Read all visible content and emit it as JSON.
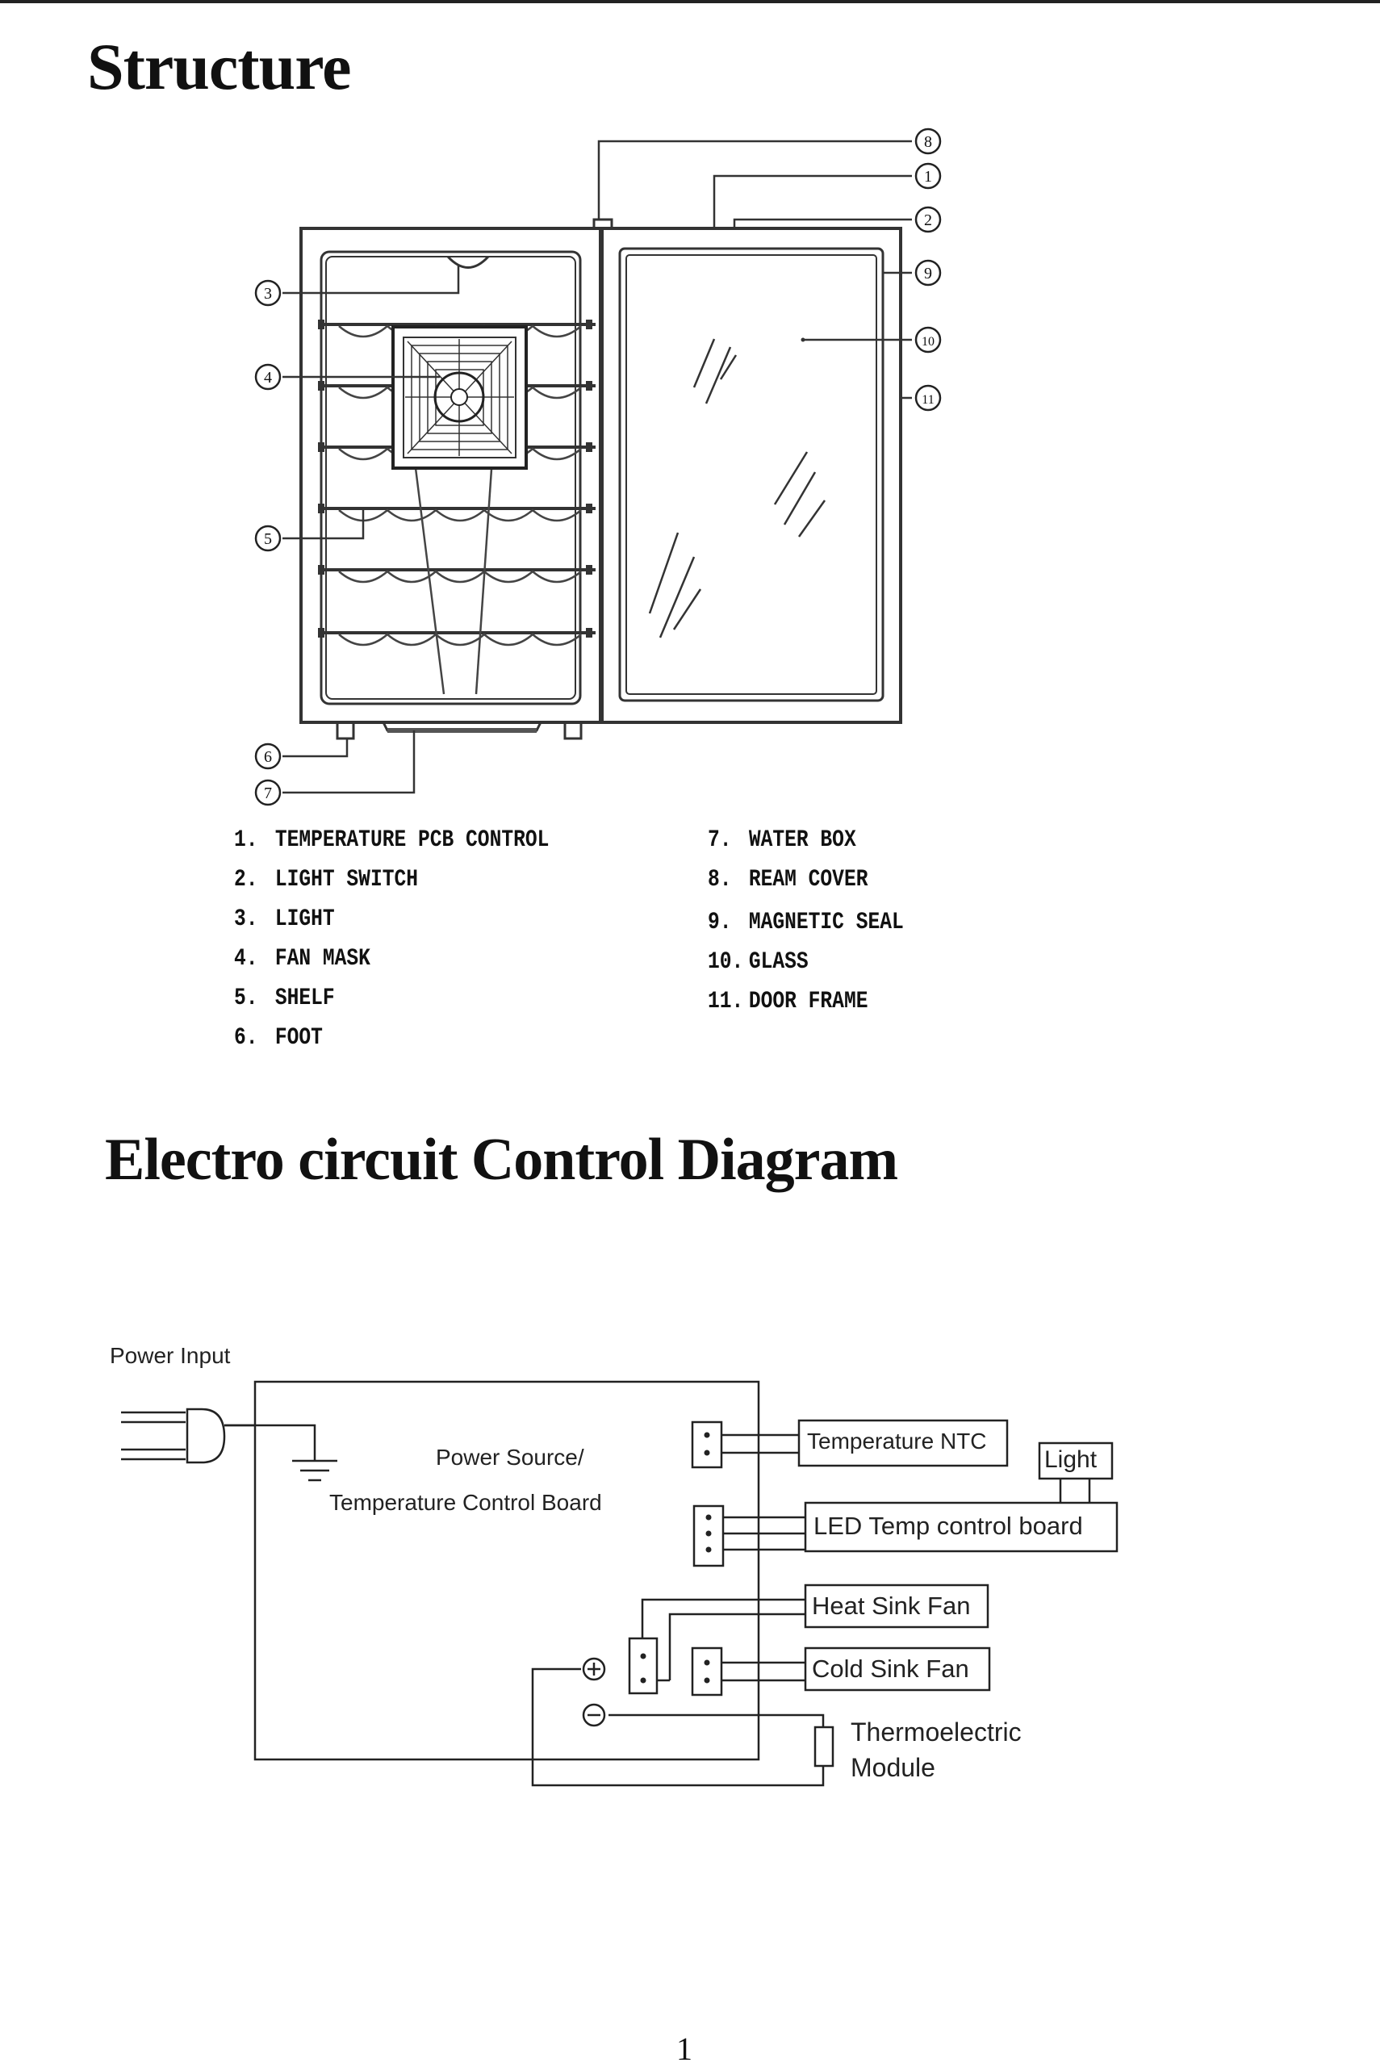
{
  "structure": {
    "title": "Structure",
    "callouts": [
      "1",
      "2",
      "3",
      "4",
      "5",
      "6",
      "7",
      "8",
      "9",
      "10",
      "11"
    ],
    "legend": [
      {
        "num": "1.",
        "label": "TEMPERATURE PCB CONTROL"
      },
      {
        "num": "2.",
        "label": "LIGHT SWITCH"
      },
      {
        "num": "3.",
        "label": "LIGHT"
      },
      {
        "num": "4.",
        "label": "FAN MASK"
      },
      {
        "num": "5.",
        "label": "SHELF"
      },
      {
        "num": "6.",
        "label": "FOOT"
      },
      {
        "num": "7.",
        "label": "WATER BOX"
      },
      {
        "num": "8.",
        "label": "REAM COVER"
      },
      {
        "num": "9.",
        "label": "MAGNETIC SEAL"
      },
      {
        "num": "10.",
        "label": "GLASS"
      },
      {
        "num": "11.",
        "label": "DOOR FRAME"
      }
    ]
  },
  "circuit": {
    "title": "Electro circuit Control Diagram",
    "power_input": "Power Input",
    "board_line1": "Power Source/",
    "board_line2": "Temperature Control Board",
    "temperature_ntc": "Temperature NTC",
    "light": "Light",
    "led_board": "LED Temp control board",
    "heat_sink_fan": "Heat Sink Fan",
    "cold_sink_fan": "Cold Sink Fan",
    "thermo_line1": "Thermoelectric",
    "thermo_line2": "Module"
  },
  "page_number": "1"
}
